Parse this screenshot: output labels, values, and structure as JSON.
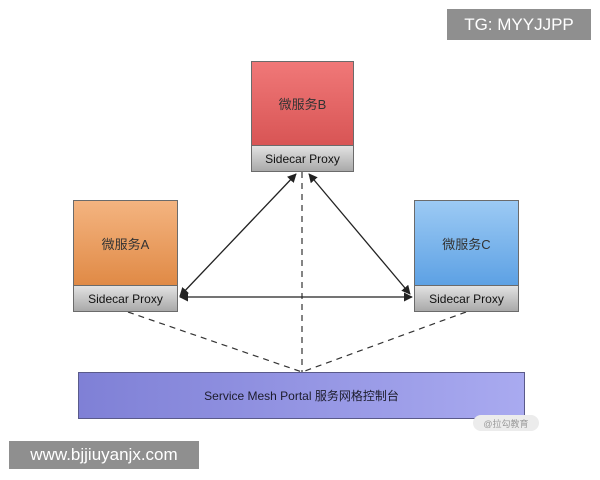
{
  "diagram": {
    "services": [
      {
        "id": "b",
        "name": "微服务B",
        "proxy": "Sidecar Proxy"
      },
      {
        "id": "a",
        "name": "微服务A",
        "proxy": "Sidecar Proxy"
      },
      {
        "id": "c",
        "name": "微服务C",
        "proxy": "Sidecar Proxy"
      }
    ],
    "portal": "Service Mesh Portal 服务网格控制台",
    "connections": [
      {
        "from": "a",
        "to": "b",
        "style": "solid",
        "arrows": "both"
      },
      {
        "from": "b",
        "to": "c",
        "style": "solid",
        "arrows": "both"
      },
      {
        "from": "a",
        "to": "c",
        "style": "solid",
        "arrows": "both"
      },
      {
        "from": "a",
        "to": "portal",
        "style": "dashed"
      },
      {
        "from": "b",
        "to": "portal",
        "style": "dashed"
      },
      {
        "from": "c",
        "to": "portal",
        "style": "dashed"
      }
    ]
  },
  "overlays": {
    "tg_label": "TG: MYYJJPP",
    "site_label": "www.bjjiuyanjx.com",
    "watermark": "@拉勾教育"
  }
}
